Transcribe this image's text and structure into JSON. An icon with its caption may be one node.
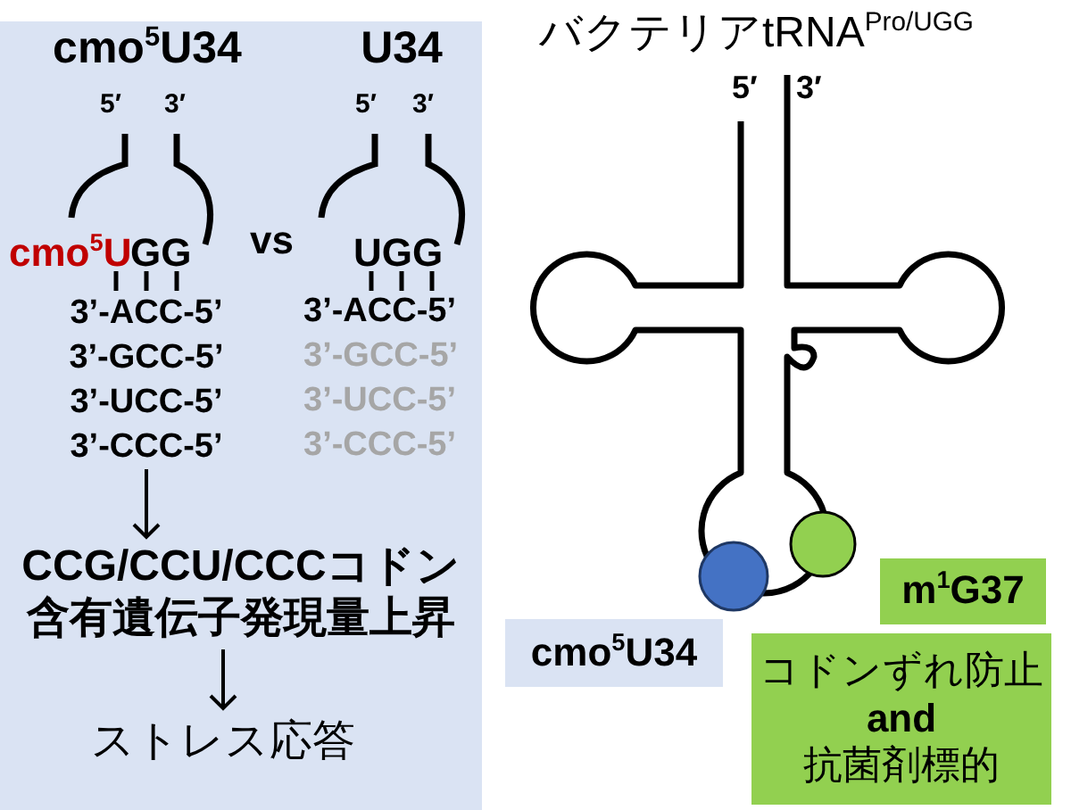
{
  "diagram": {
    "title": "バクテリアtRNA$^{Pro/UGG}$",
    "nodes": [
      {
        "text": [
          "3’-ACC-5’",
          "3’-GCC-5’",
          "3’-UCC-5’",
          "3’-CCC-5’"
        ]
      },
      {
        "text": [
          "CCG/CCU/CCCコドン含有遺伝子発現量上昇"
        ]
      },
      {
        "text": [
          "ストレス応答"
        ]
      },
      {
        "text": [
          "cmo$^{5}$U34"
        ]
      },
      {
        "text": [
          "m$^{1}$G37"
        ]
      },
      {
        "text": [
          "コドンずれ防止 **and** 抗菌剤標的"
        ]
      }
    ],
    "edges": [
      {
        "from": 0,
        "to": 1,
        "arrow": "to"
      },
      {
        "from": 1,
        "to": 2,
        "arrow": "to"
      }
    ],
    "labels": [
      "cmo$^{5}$U34",
      "U34",
      "5′",
      "3′",
      "5′",
      "3′",
      "cmo$^{5}$U",
      "GG",
      "vs",
      "UGG",
      "3’-ACC-5’",
      "3’-GCC-5’",
      "3’-UCC-5’",
      "3’-CCC-5’",
      "5′",
      "3′"
    ]
  }
}
